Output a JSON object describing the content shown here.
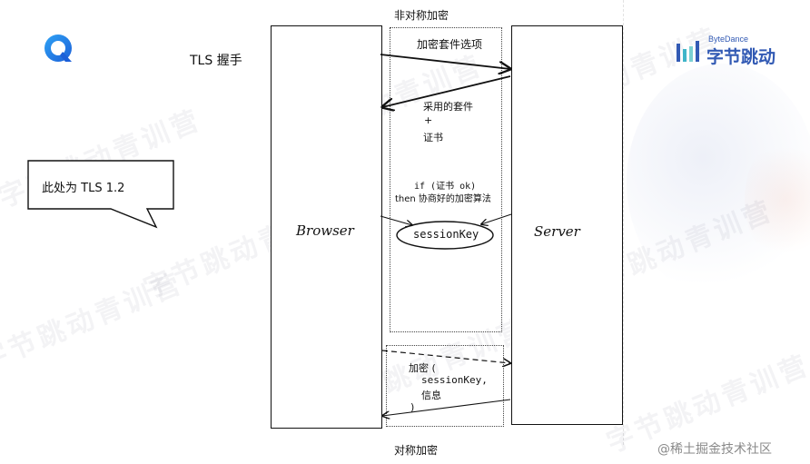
{
  "diagram": {
    "title": "TLS  握手",
    "top_label": "非对称加密",
    "bottom_label": "对称加密",
    "browser_label": "Browser",
    "server_label": "Server",
    "callout": "此处为 TLS 1.2",
    "messages": {
      "cipher_options": "加密套件选项",
      "chosen_suite_line1": "采用的套件",
      "chosen_suite_line2": "+",
      "chosen_suite_line3": "证书",
      "condition_line1": "if (证书 ok)",
      "condition_line2": "then 协商好的加密算法",
      "session_key": "sessionKey",
      "encrypt_line1": "加密 (",
      "encrypt_line2": "sessionKey,",
      "encrypt_line3": "信息",
      "encrypt_line4": ")"
    }
  },
  "branding": {
    "left_logo_icon": "q-logo-icon",
    "right_logo_small": "ByteDance",
    "right_logo_main": "字节跳动",
    "watermark_text": "字节跳动青训营",
    "footer_credit": "@稀土掘金技术社区",
    "brand_color": "#325ab4",
    "accent_color": "#1e7be0"
  }
}
